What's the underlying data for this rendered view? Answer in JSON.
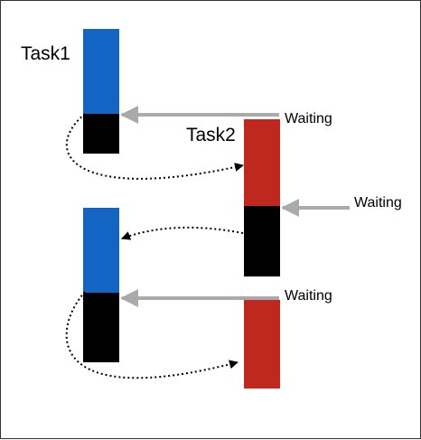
{
  "diagram": {
    "task1_label": "Task1",
    "task2_label": "Task2",
    "waiting_labels": [
      "Waiting",
      "Waiting",
      "Waiting"
    ],
    "colors": {
      "task1_running": "#1464c4",
      "task2_running": "#c0281e",
      "blocked": "#000000",
      "waiting_arrow": "#aaaaaa",
      "switch_arrow": "#000000"
    }
  }
}
